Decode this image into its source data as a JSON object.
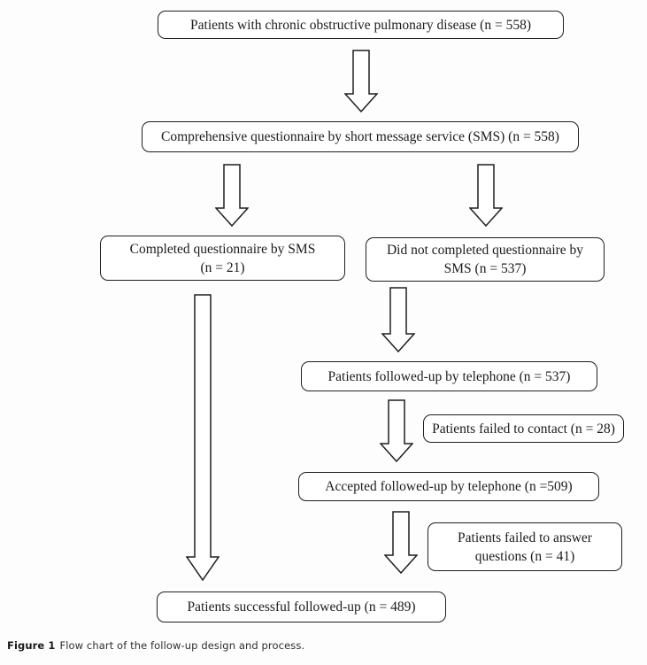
{
  "figure": {
    "boxes": {
      "copd": {
        "lines": [
          "Patients with chronic obstructive pulmonary disease (n = 558)"
        ]
      },
      "sms_questionnaire": {
        "lines": [
          "Comprehensive questionnaire by short message service (SMS) (n = 558)"
        ]
      },
      "completed_sms": {
        "lines": [
          "Completed questionnaire by SMS",
          "(n = 21)"
        ]
      },
      "not_completed_sms": {
        "lines": [
          "Did not completed questionnaire by",
          "SMS (n = 537)"
        ]
      },
      "telephone_followup": {
        "lines": [
          "Patients followed-up by telephone (n = 537)"
        ]
      },
      "failed_contact": {
        "lines": [
          "Patients failed to contact (n = 28)"
        ]
      },
      "accepted_followup": {
        "lines": [
          "Accepted followed-up by telephone (n =509)"
        ]
      },
      "failed_answer": {
        "lines": [
          "Patients failed to answer",
          "questions (n = 41)"
        ]
      },
      "successful_followup": {
        "lines": [
          "Patients successful followed-up (n = 489)"
        ]
      }
    },
    "caption": {
      "label": "Figure 1",
      "text": "Flow chart of the follow-up design and process."
    },
    "colors": {
      "border": "#1f1f1f",
      "fill": "#ffffff",
      "text": "#1b1b1b",
      "background": "#fdfdfd"
    }
  }
}
